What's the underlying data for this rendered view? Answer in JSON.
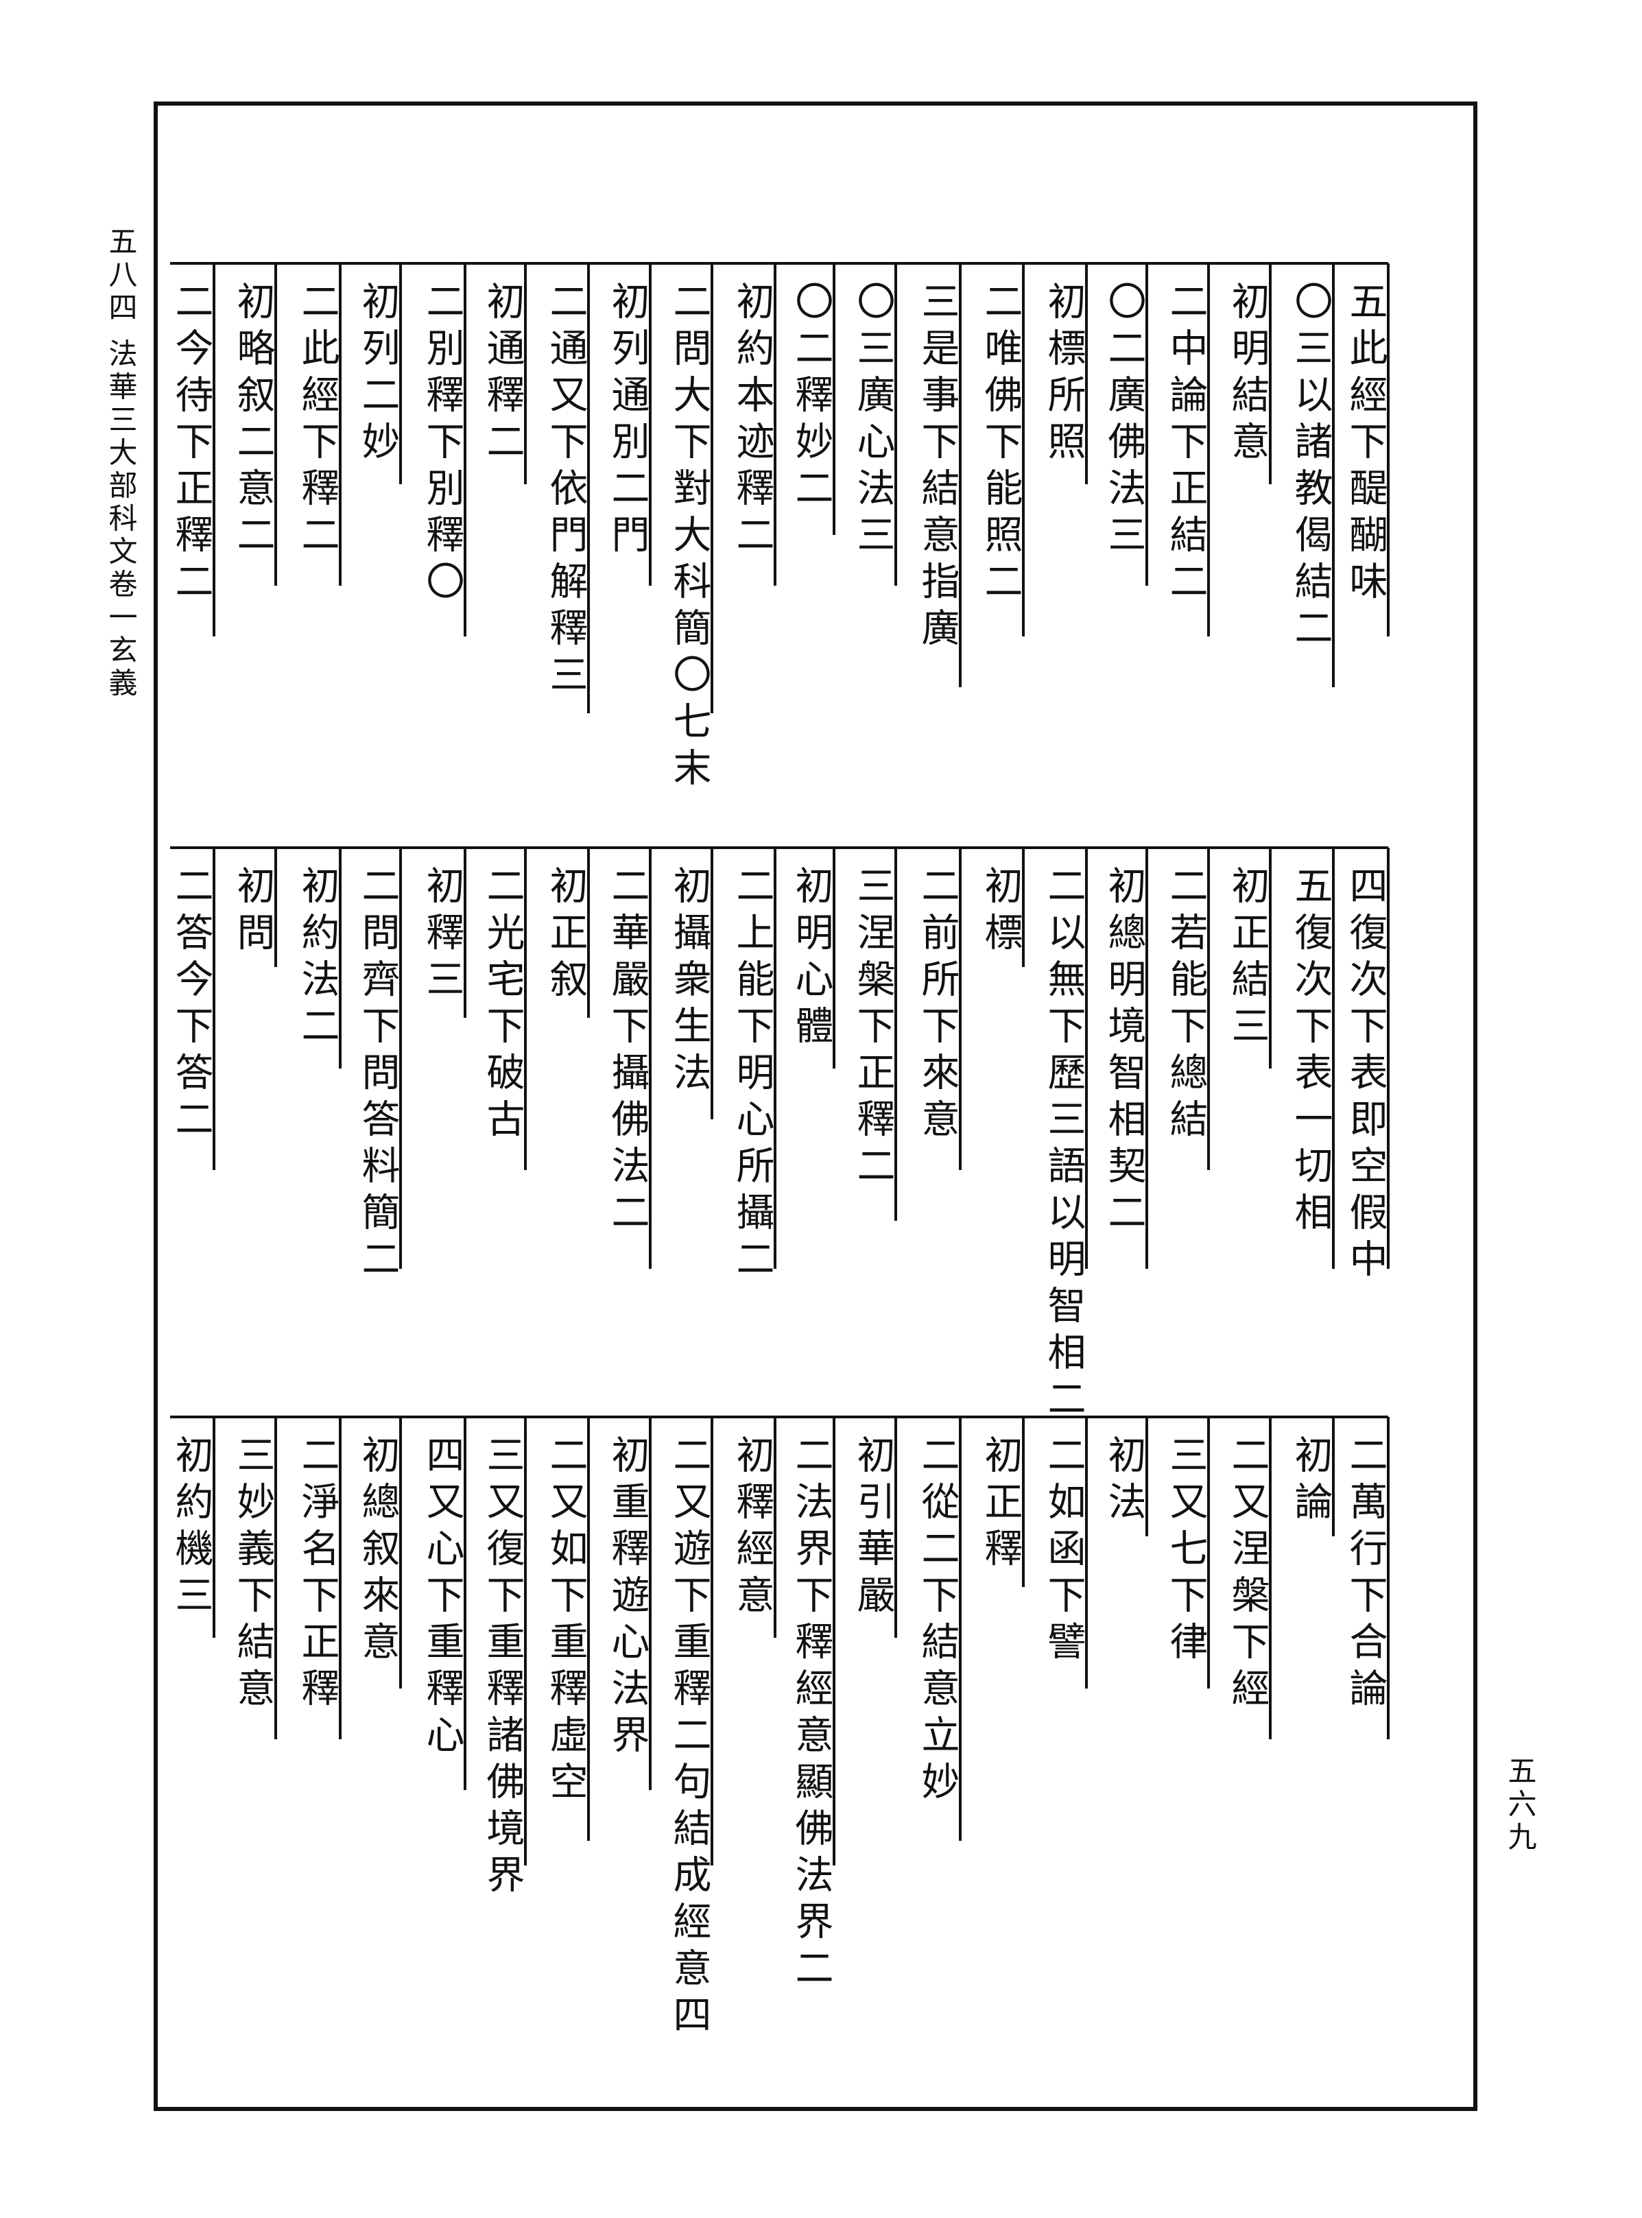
{
  "margin": {
    "header": "五八四 法華三大部科文卷一玄義",
    "page_number": "五六九"
  },
  "tiers": [
    {
      "items": [
        "五此經下醍醐味",
        "〇三以諸教偈結二",
        "初明結意",
        "二中論下正結二",
        "〇二廣佛法三",
        "初標所照",
        "二唯佛下能照二",
        "三是事下結意指廣",
        "〇三廣心法三",
        "〇二釋妙二",
        "初約本迹釋二",
        "二問大下對大科簡〇七末",
        "初列通別二門",
        "二通又下依門解釋三",
        "初通釋二",
        "二別釋下別釋〇",
        "初列二妙",
        "二此經下釋二",
        "初略叙二意二",
        "二今待下正釋二"
      ]
    },
    {
      "items": [
        "四復次下表即空假中",
        "五復次下表一切相",
        "初正結三",
        "二若能下總結",
        "初總明境智相契二",
        "二以無下歷三語以明智相二",
        "初標",
        "二前所下來意",
        "三涅槃下正釋二",
        "初明心體",
        "二上能下明心所攝二",
        "初攝衆生法",
        "二華嚴下攝佛法二",
        "初正叙",
        "二光宅下破古",
        "初釋三",
        "二問齊下問答料簡二",
        "初約法二",
        "初問",
        "二答今下答二"
      ]
    },
    {
      "items": [
        "二萬行下合論",
        "初論",
        "二又涅槃下經",
        "三又七下律",
        "初法",
        "二如函下譬",
        "初正釋",
        "二從二下結意立妙",
        "初引華嚴",
        "二法界下釋經意顯佛法界二",
        "初釋經意",
        "二又遊下重釋二句結成經意四",
        "初重釋遊心法界",
        "二又如下重釋虛空",
        "三又復下重釋諸佛境界",
        "四又心下重釋心",
        "初總叙來意",
        "二淨名下正釋",
        "三妙義下結意",
        "初約機三"
      ]
    }
  ]
}
